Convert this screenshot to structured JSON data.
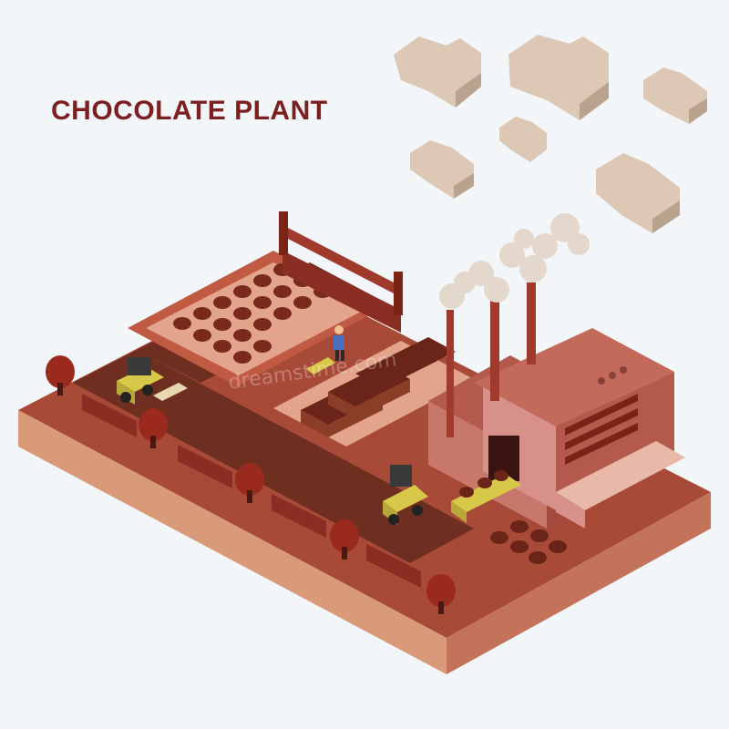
{
  "title": "CHOCOLATE PLANT",
  "watermark": "dreamstime.com",
  "palette": {
    "background": "#f2f6f8",
    "title": "#7d1f1f",
    "ground_top": "#a84a38",
    "ground_side": "#d99a7a",
    "ground_front": "#c2735a",
    "chocolate": "#5c2416",
    "chocolate_light": "#8a3e28",
    "building": "#b45a4c",
    "building_light": "#d8908a",
    "cloud": "#dcc8b4",
    "forklift": "#d8c84a"
  },
  "scene": {
    "illustration": "isometric chocolate factory",
    "icons": [
      "cloud-icon",
      "smokestack-icon",
      "forklift-icon",
      "worker-icon",
      "tree-icon",
      "chocolate-icon",
      "factory-icon"
    ]
  }
}
